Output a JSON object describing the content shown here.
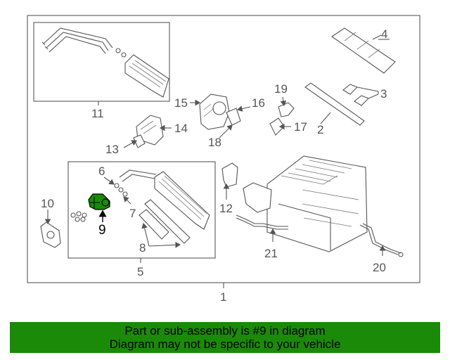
{
  "labels": {
    "l1": "1",
    "l2": "2",
    "l3": "3",
    "l4": "4",
    "l5": "5",
    "l6": "6",
    "l7": "7",
    "l8": "8",
    "l9": "9",
    "l10": "10",
    "l11": "11",
    "l12": "12",
    "l13": "13",
    "l14": "14",
    "l15": "15",
    "l16": "16",
    "l17": "17",
    "l18": "18",
    "l19": "19",
    "l20": "20",
    "l21": "21"
  },
  "highlight": {
    "part_number": "9",
    "color": "#1a8a08"
  },
  "banner": {
    "line1": "Part or sub-assembly is #9 in diagram",
    "line2": "Diagram may not be specific to your vehicle",
    "color": "#1a8a08"
  }
}
